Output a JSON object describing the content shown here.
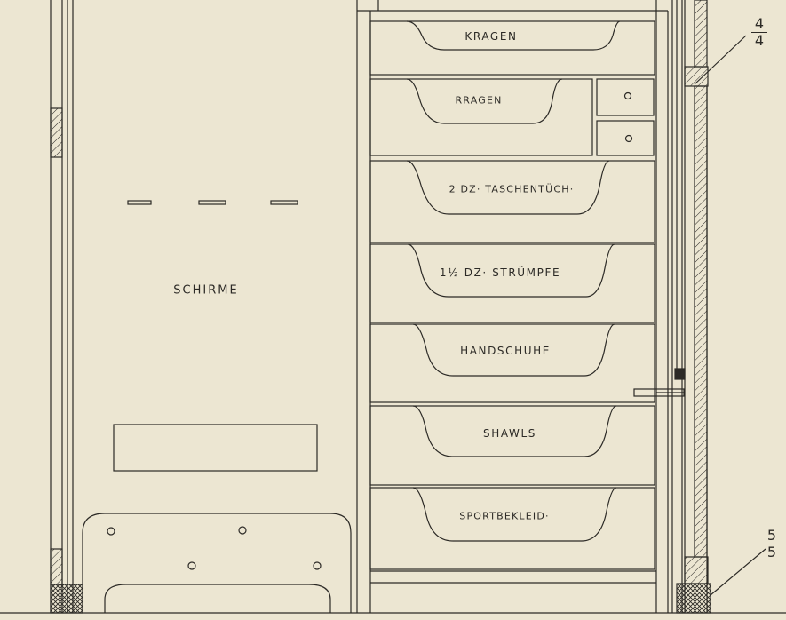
{
  "umbrella_compartment": {
    "label": "SCHIRME"
  },
  "drawers": [
    {
      "label": "KRAGEN"
    },
    {
      "label": "RRAGEN"
    },
    {
      "label": "2 DZ· TASCHENTÜCH·"
    },
    {
      "label": "1½ DZ· STRÜMPFE"
    },
    {
      "label": "HANDSCHUHE"
    },
    {
      "label": "SHAWLS"
    },
    {
      "label": "SPORTBEKLEID·"
    }
  ],
  "section_marks": [
    {
      "top": "4",
      "bottom": "4"
    },
    {
      "top": "5",
      "bottom": "5"
    }
  ],
  "colors": {
    "paper": "#ece6d2",
    "ink": "#2c2a26"
  }
}
